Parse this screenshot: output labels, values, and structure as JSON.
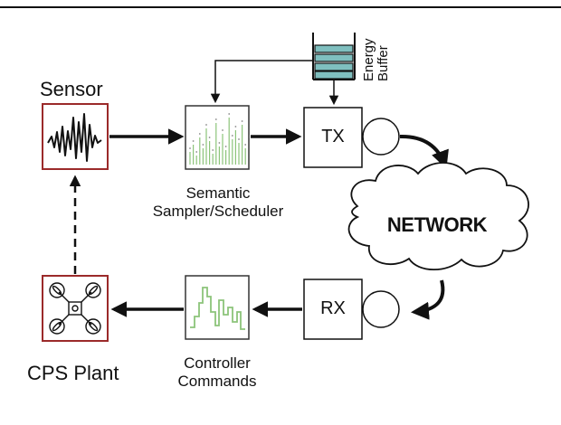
{
  "labels": {
    "sensor": "Sensor",
    "sampler_line1": "Semantic",
    "sampler_line2": "Sampler/Scheduler",
    "tx": "TX",
    "rx": "RX",
    "network": "NETWORK",
    "energy_line1": "Energy",
    "energy_line2": "Buffer",
    "controller_line1": "Controller",
    "controller_line2": "Commands",
    "plant": "CPS Plant"
  },
  "colors": {
    "sensor_border": "#9b2a2a",
    "plant_border": "#9b2a2a",
    "buffer_fill": "#7fbfbf",
    "plot_green": "#8cc47a",
    "plot_gray": "#888888",
    "line": "#111111"
  }
}
